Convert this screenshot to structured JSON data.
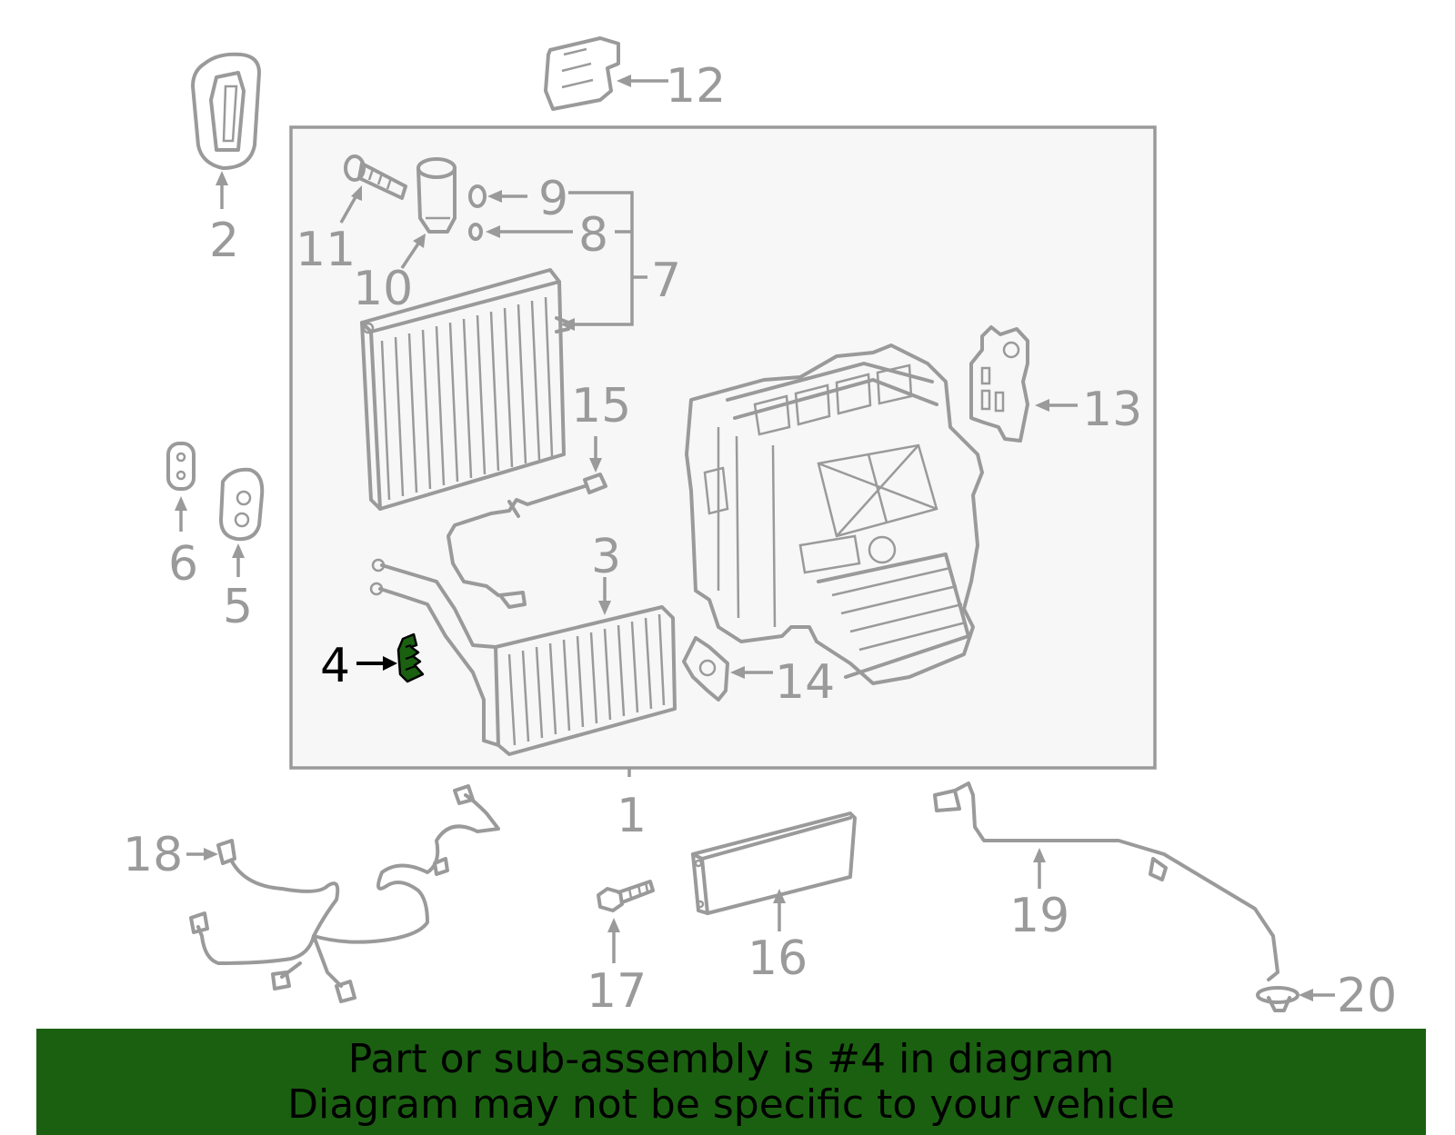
{
  "diagram": {
    "callouts": [
      {
        "id": "1",
        "label": "1",
        "highlight": false
      },
      {
        "id": "2",
        "label": "2",
        "highlight": false
      },
      {
        "id": "3",
        "label": "3",
        "highlight": false
      },
      {
        "id": "4",
        "label": "4",
        "highlight": true
      },
      {
        "id": "5",
        "label": "5",
        "highlight": false
      },
      {
        "id": "6",
        "label": "6",
        "highlight": false
      },
      {
        "id": "7",
        "label": "7",
        "highlight": false
      },
      {
        "id": "8",
        "label": "8",
        "highlight": false
      },
      {
        "id": "9",
        "label": "9",
        "highlight": false
      },
      {
        "id": "10",
        "label": "10",
        "highlight": false
      },
      {
        "id": "11",
        "label": "11",
        "highlight": false
      },
      {
        "id": "12",
        "label": "12",
        "highlight": false
      },
      {
        "id": "13",
        "label": "13",
        "highlight": false
      },
      {
        "id": "14",
        "label": "14",
        "highlight": false
      },
      {
        "id": "15",
        "label": "15",
        "highlight": false
      },
      {
        "id": "16",
        "label": "16",
        "highlight": false
      },
      {
        "id": "17",
        "label": "17",
        "highlight": false
      },
      {
        "id": "18",
        "label": "18",
        "highlight": false
      },
      {
        "id": "19",
        "label": "19",
        "highlight": false
      },
      {
        "id": "20",
        "label": "20",
        "highlight": false
      }
    ],
    "colors": {
      "line": "#9a9a9a",
      "highlight_part": "#1b6011",
      "banner": "#1b6011",
      "box_fill": "#f7f7f7"
    }
  },
  "banner": {
    "line1": "Part or sub-assembly is #4 in diagram",
    "line2": "Diagram may not be specific to your vehicle"
  }
}
